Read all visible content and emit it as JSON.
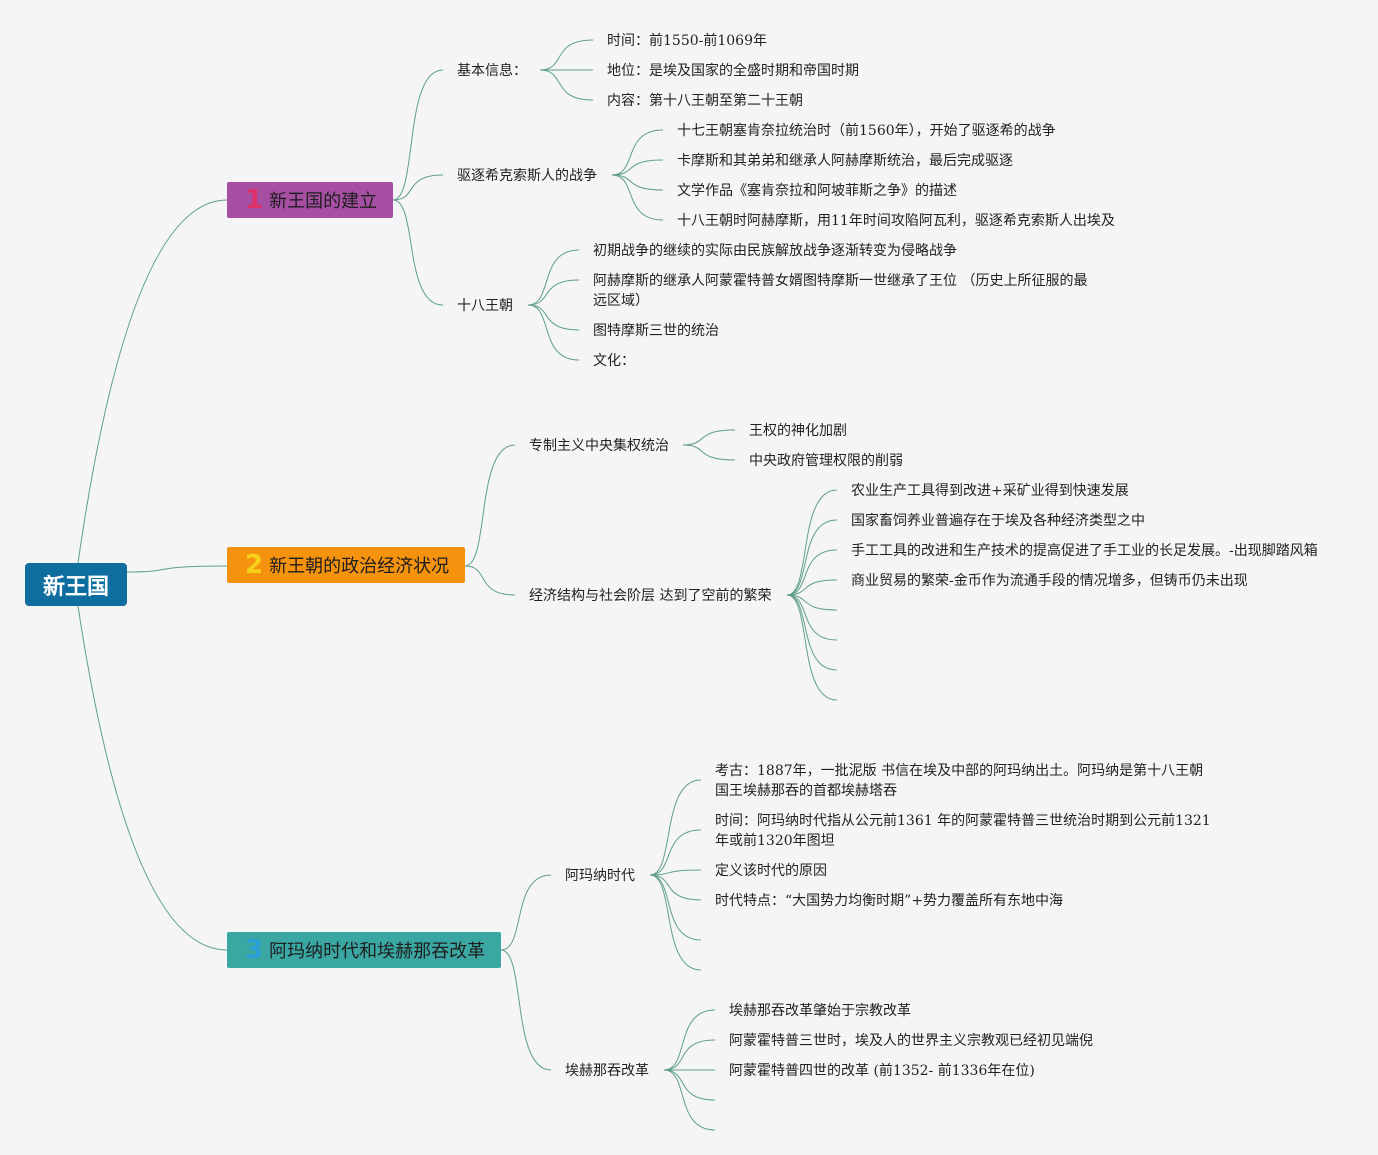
{
  "root": {
    "label": "新王国",
    "color": "#0e6ea0"
  },
  "line_color": "#5f9e8a",
  "branches": [
    {
      "num": "1",
      "num_color": "#e0306a",
      "label": "新王国的建立",
      "color": "#a64ea2",
      "children": [
        {
          "label": "基本信息：",
          "children": [
            "时间：前1550-前1069年",
            "地位：是埃及国家的全盛时期和帝国时期",
            "内容：第十八王朝至第二十王朝"
          ]
        },
        {
          "label": "驱逐希克索斯人的战争",
          "children": [
            "十七王朝塞肯奈拉统治时（前1560年），开始了驱逐希的战争",
            "卡摩斯和其弟弟和继承人阿赫摩斯统治，最后完成驱逐",
            "文学作品《塞肯奈拉和阿坡菲斯之争》的描述",
            "十八王朝时阿赫摩斯，用11年时间攻陷阿瓦利，驱逐希克索斯人出埃及"
          ]
        },
        {
          "label": "十八王朝",
          "children": [
            "初期战争的继续的实际由民族解放战争逐渐转变为侵略战争",
            "阿赫摩斯的继承人阿蒙霍特普女婿图特摩斯一世继承了王位 （历史上所征服的最远区域）",
            "图特摩斯三世的统治",
            "文化："
          ]
        }
      ]
    },
    {
      "num": "2",
      "num_color": "#f5d21a",
      "label": "新王朝的政治经济状况",
      "color": "#f5930f",
      "children": [
        {
          "label": "专制主义中央集权统治",
          "children": [
            "王权的神化加剧",
            "中央政府管理权限的削弱"
          ]
        },
        {
          "label": "经济结构与社会阶层 达到了空前的繁荣",
          "children": [
            "农业生产工具得到改进+采矿业得到快速发展",
            "国家畜饲养业普遍存在于埃及各种经济类型之中",
            "手工工具的改进和生产技术的提高促进了手工业的长足发展。-出现脚踏风箱",
            "商业贸易的繁荣-金币作为流通手段的情况增多，但铸币仍未出现",
            "",
            "",
            "",
            ""
          ]
        }
      ]
    },
    {
      "num": "3",
      "num_color": "#2a9fd8",
      "label": "阿玛纳时代和埃赫那吞改革",
      "color": "#3aa7a3",
      "children": [
        {
          "label": "阿玛纳时代",
          "children": [
            "考古：1887年，一批泥版 书信在埃及中部的阿玛纳出土。阿玛纳是第十八王朝国王埃赫那吞的首都埃赫塔吞",
            "时间：阿玛纳时代指从公元前1361 年的阿蒙霍特普三世统治时期到公元前1321 年或前1320年图坦",
            "定义该时代的原因",
            "时代特点：“大国势力均衡时期”+势力覆盖所有东地中海",
            "",
            ""
          ]
        },
        {
          "label": "埃赫那吞改革",
          "children": [
            "埃赫那吞改革肇始于宗教改革",
            "阿蒙霍特普三世时，埃及人的世界主义宗教观已经初见端倪",
            "阿蒙霍特普四世的改革 (前1352- 前1336年在位)",
            "",
            ""
          ]
        }
      ]
    }
  ]
}
